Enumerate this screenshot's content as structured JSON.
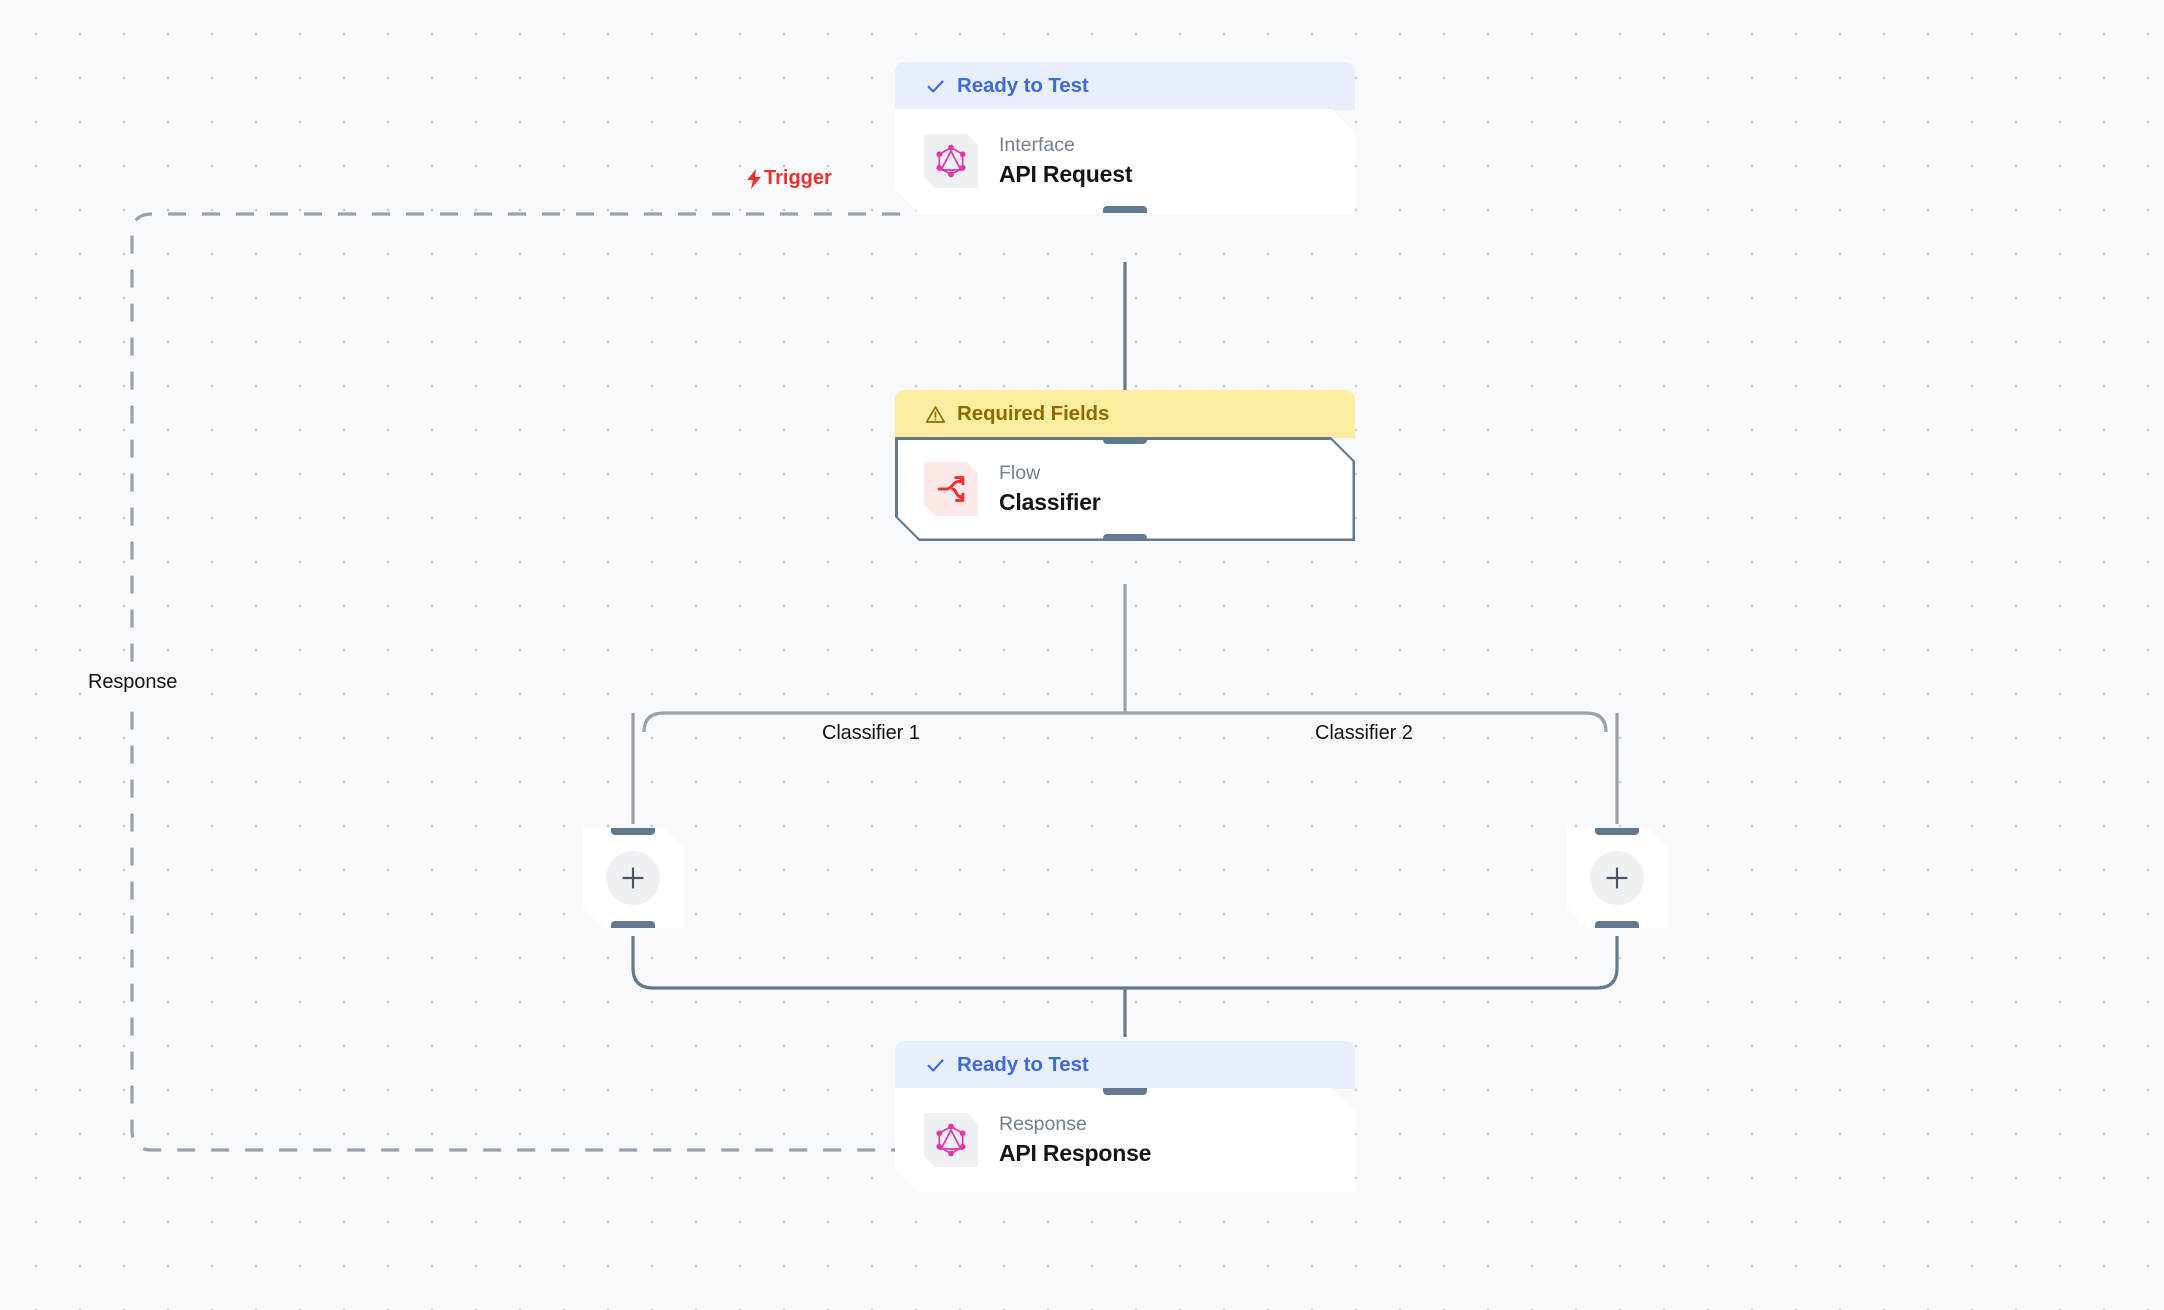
{
  "canvas": {
    "background": "#f7f9fb",
    "dot_color": "#c9ced6",
    "accent_selected": "#62798f",
    "trigger_color": "#f03030"
  },
  "nodes": [
    {
      "id": "api-request",
      "badge": {
        "text": "Ready to Test",
        "icon": "check-icon",
        "style": "ready",
        "bg": "#e8eefc",
        "fg": "#3d6ae0"
      },
      "icon": "graphql-icon",
      "kind": "Interface",
      "title": "API Request",
      "selected": false
    },
    {
      "id": "classifier",
      "badge": {
        "text": "Required Fields",
        "icon": "warning-triangle-icon",
        "style": "required",
        "bg": "#fdeda0",
        "fg": "#8a6d00"
      },
      "icon": "flow-branch-icon",
      "kind": "Flow",
      "title": "Classifier",
      "selected": true
    },
    {
      "id": "api-response",
      "badge": {
        "text": "Ready to Test",
        "icon": "check-icon",
        "style": "ready",
        "bg": "#e8eefc",
        "fg": "#3d6ae0"
      },
      "icon": "graphql-icon",
      "kind": "Response",
      "title": "API Response",
      "selected": false
    }
  ],
  "add_nodes": [
    {
      "id": "add-branch-1",
      "icon": "plus-icon"
    },
    {
      "id": "add-branch-2",
      "icon": "plus-icon"
    }
  ],
  "edge_labels": {
    "trigger": "Trigger",
    "response": "Response",
    "branch_1": "Classifier 1",
    "branch_2": "Classifier 2"
  }
}
